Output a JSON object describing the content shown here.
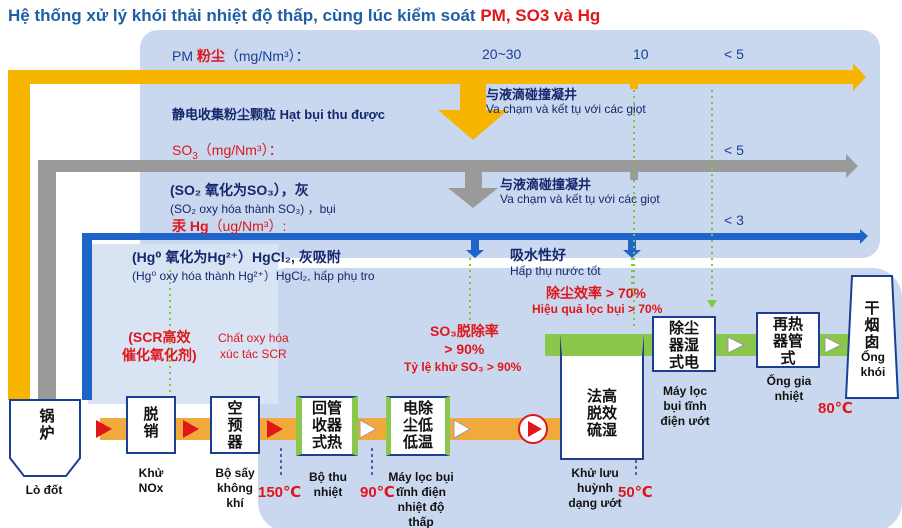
{
  "title": {
    "main": "Hệ thống xử lý khói thải nhiệt độ thấp, cùng lúc kiểm soát ",
    "highlight": "PM, SO3 và Hg"
  },
  "pm_row": {
    "label_prefix": "PM ",
    "label_cn": "粉尘",
    "unit": "（mg/Nm³）：",
    "values": [
      "20~30",
      "10",
      "< 5"
    ],
    "stage_cn": "静电收集粉尘颗粒",
    "stage_vi": "Hạt bụi thu được",
    "coll_cn": "与液滴碰撞凝井",
    "coll_vi": "Va chạm và kết tụ với các giọt"
  },
  "so3_row": {
    "label": "SO",
    "sub": "3",
    "unit": "（mg/Nm³）：",
    "value": "< 5",
    "stage_cn": "(SO₂ 氧化为SO₃），灰",
    "stage_vi": "(SO₂ oxy hóa thành SO₃) ，bụi",
    "coll_cn": "与液滴碰撞凝井",
    "coll_vi": "Va chạm và kết tụ với các giọt"
  },
  "hg_row": {
    "label": "汞 Hg",
    "unit": "（ug/Nm³）:",
    "value": "< 3",
    "stage_cn": "(Hg⁰  氧化为Hg²⁺）HgCl₂, 灰吸附",
    "stage_vi": "(Hg⁰ oxy hóa thành Hg²⁺）HgCl₂, hấp phụ tro",
    "absorb_cn": "吸水性好",
    "absorb_vi": "Hấp thụ nước tốt"
  },
  "notes": {
    "scr_cn": "(SCR高效\n催化氧化剂)",
    "scr_vi": "Chất oxy hóa\nxúc tác SCR",
    "so3_rate_cn": "SO₃脱除率\n> 90%",
    "so3_rate_vi": "Tỷ lệ khử SO₃ > 90%",
    "dust_rate_cn": "除尘效率 > 70%",
    "dust_rate_vi": "Hiệu quả lọc bụi > 70%"
  },
  "units": [
    {
      "cn": "锅炉",
      "vi": "Lò đốt"
    },
    {
      "cn": "脱销",
      "vi": "Khử\nNOx"
    },
    {
      "cn": "空预器",
      "vi": "Bộ sấy\nkhông\nkhí"
    },
    {
      "cn": "回管收器式热",
      "vi": "Bộ thu\nnhiệt"
    },
    {
      "cn": "电除尘低低温",
      "vi": "Máy lọc bụi\ntĩnh điện\nnhiệt độ thấp"
    },
    {
      "cn": "法高脱效硫湿",
      "vi": "Khử lưu\nhuỳnh\ndạng ướt"
    },
    {
      "cn": "除尘器湿式电",
      "vi": "Máy lọc\nbụi tĩnh\nđiện ướt"
    },
    {
      "cn": "再热器管式",
      "vi": "Ống gia\nnhiệt"
    },
    {
      "cn": "干烟囱",
      "vi": "Ống\nkhói"
    }
  ],
  "temps": [
    "150℃",
    "90℃",
    "50℃",
    "80℃"
  ],
  "colors": {
    "pm": "#f7b500",
    "so3": "#9a9a9a",
    "hg": "#1f64c8",
    "flow": "#f2a93b",
    "panel": "#c9d8ee",
    "accent": "#e0161b"
  }
}
